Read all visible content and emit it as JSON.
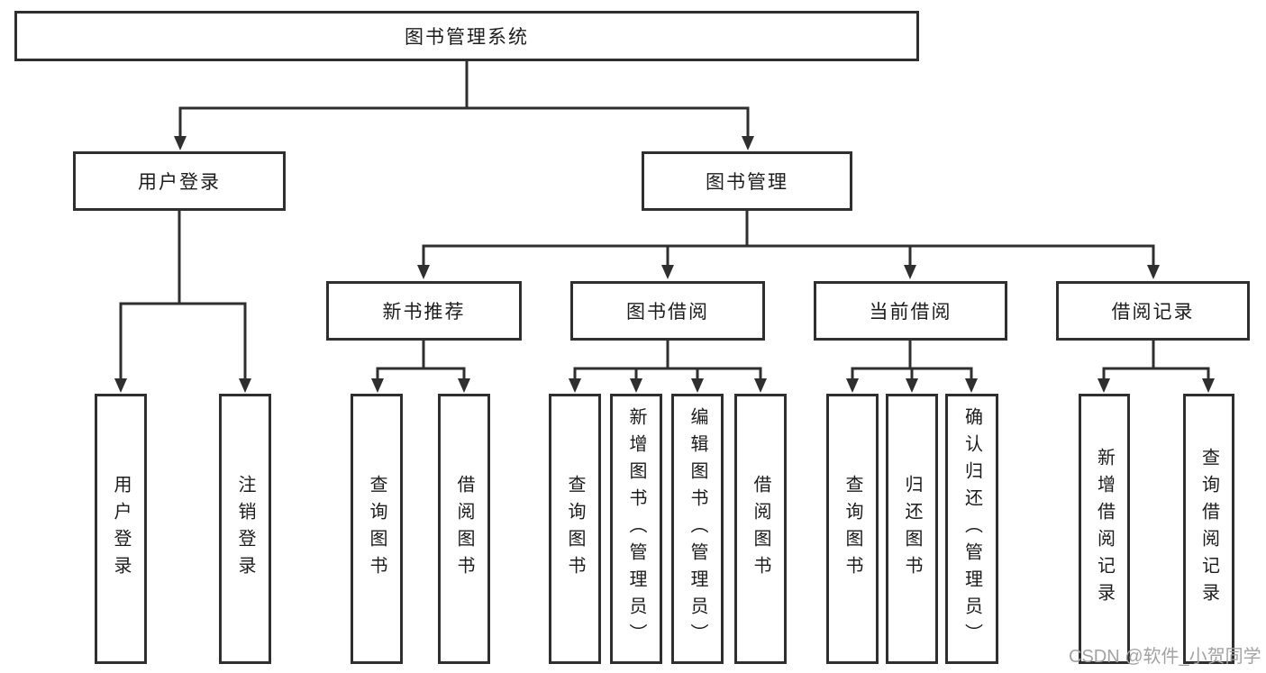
{
  "root": {
    "label": "图书管理系统"
  },
  "level2": [
    {
      "label": "用户登录",
      "children": [
        {
          "label": "用户登录"
        },
        {
          "label": "注销登录"
        }
      ]
    },
    {
      "label": "图书管理",
      "children": [
        {
          "label": "新书推荐",
          "children": [
            {
              "label": "查询图书"
            },
            {
              "label": "借阅图书"
            }
          ]
        },
        {
          "label": "图书借阅",
          "children": [
            {
              "label": "查询图书"
            },
            {
              "label": "新增图书（管理员）"
            },
            {
              "label": "编辑图书（管理员）"
            },
            {
              "label": "借阅图书"
            }
          ]
        },
        {
          "label": "当前借阅",
          "children": [
            {
              "label": "查询图书"
            },
            {
              "label": "归还图书"
            },
            {
              "label": "确认归还（管理员）"
            }
          ]
        },
        {
          "label": "借阅记录",
          "children": [
            {
              "label": "新增借阅记录"
            },
            {
              "label": "查询借阅记录"
            }
          ]
        }
      ]
    }
  ],
  "watermark": {
    "text": "CSDN @软件_小贺同学"
  },
  "colors": {
    "line": "#2f2f2f",
    "text": "#1c1c1c",
    "watermark": "#a3a3a3",
    "background": "#ffffff"
  }
}
